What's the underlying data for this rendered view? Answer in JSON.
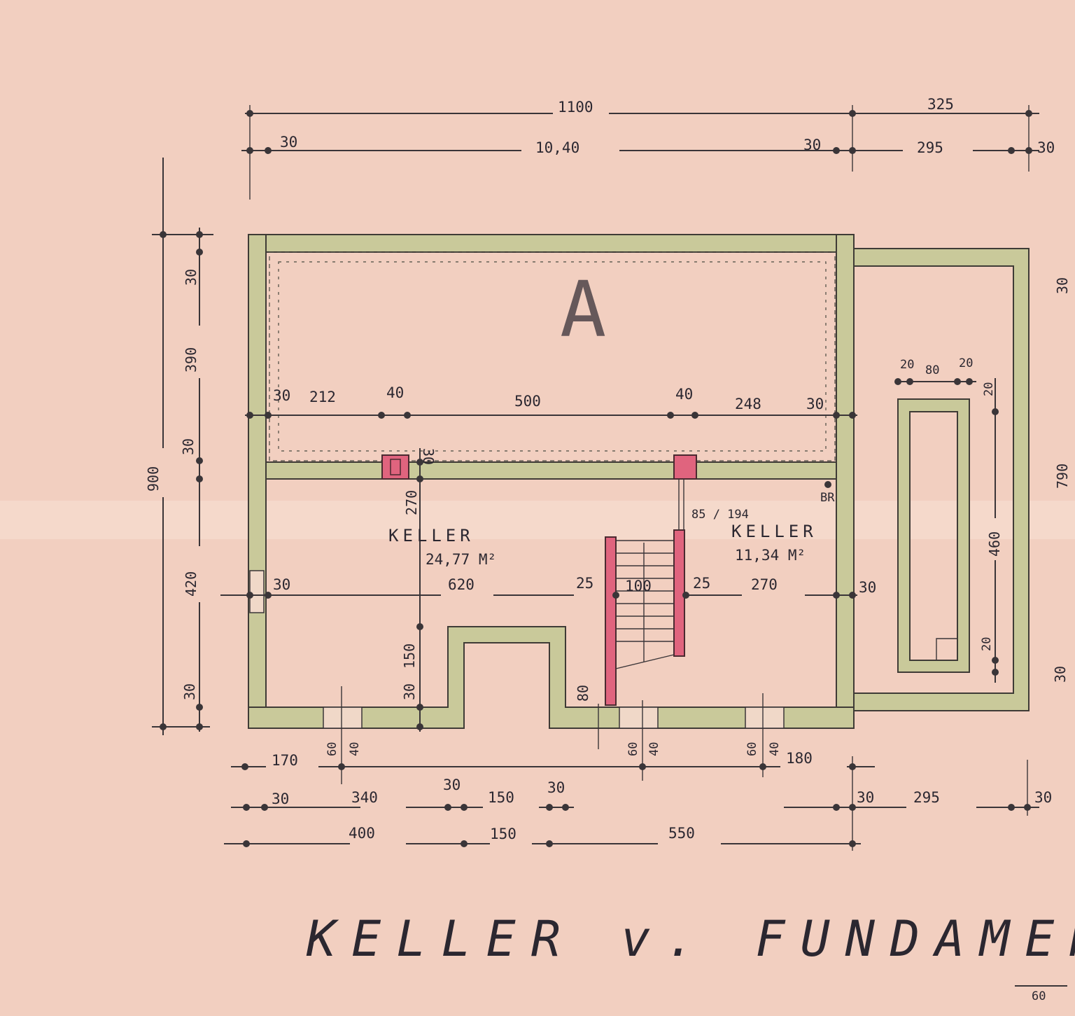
{
  "colors": {
    "paper": "#f2cfc0",
    "wall_fill": "#c9c99a",
    "chimney_red": "#e0647e",
    "ink": "#2b2730"
  },
  "plan": {
    "title": "KELLER v. FUNDAMENTE",
    "stamp_letter": "A",
    "rooms": [
      {
        "name": "KELLER",
        "area": "24,77 M²"
      },
      {
        "name": "KELLER",
        "area": "11,34 M²"
      }
    ],
    "br_label": "BR",
    "stair_note": "85 / 194"
  },
  "dims": {
    "top_1": {
      "total": "1100",
      "annex": "325"
    },
    "top_2": {
      "a": "30",
      "b": "10,40",
      "c": "30",
      "d": "295",
      "e": "30"
    },
    "mid_row": {
      "a": "30",
      "b": "212",
      "c": "40",
      "d": "500",
      "e": "40",
      "f": "248",
      "g": "30"
    },
    "row_620": {
      "a": "30",
      "b": "620",
      "c": "25",
      "d": "100",
      "e": "25",
      "f": "270",
      "g": "30"
    },
    "bot_1": {
      "a": "170",
      "b": "180"
    },
    "bot_2": {
      "a": "30",
      "b": "340",
      "c": "30",
      "d": "150",
      "e": "30",
      "f": "30",
      "g": "295",
      "h": "30"
    },
    "bot_3": {
      "a": "400",
      "b": "150",
      "c": "550"
    },
    "left": {
      "a": "30",
      "b": "390",
      "c": "30",
      "d": "420",
      "e": "30",
      "total": "900"
    },
    "inner": {
      "a": "30",
      "b": "270",
      "c": "150",
      "d": "30",
      "e": "80"
    },
    "windows": {
      "h": "60",
      "w": "40"
    },
    "annex_pit": {
      "a": "20",
      "b": "80",
      "c": "20",
      "d": "20",
      "e": "460",
      "f": "20"
    },
    "right": {
      "a": "30",
      "b": "790",
      "c": "30"
    },
    "corner_bottom": {
      "a": "60"
    }
  }
}
